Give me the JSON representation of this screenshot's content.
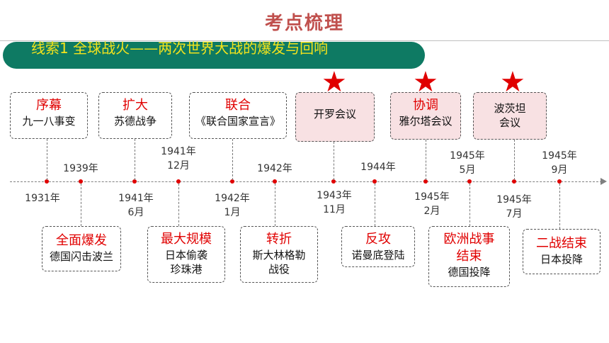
{
  "title": "考点梳理",
  "banner": "线索1   全球战火——两次世界大战的爆发与回响",
  "top_events": [
    {
      "label": "序幕",
      "detail": "九一八事变"
    },
    {
      "label": "扩大",
      "detail": "苏德战争"
    },
    {
      "label": "联合",
      "detail": "《联合国家宣言》"
    },
    {
      "label": "",
      "detail": "开罗会议"
    },
    {
      "label": "协调",
      "detail": "雅尔塔会议"
    },
    {
      "label": "",
      "detail": "波茨坦",
      "detail2": "会议"
    }
  ],
  "bottom_events": [
    {
      "label": "全面爆发",
      "detail": "德国闪击波兰"
    },
    {
      "label": "最大规模",
      "detail": "日本偷袭",
      "detail2": "珍珠港"
    },
    {
      "label": "转折",
      "detail": "斯大林格勒",
      "detail2": "战役"
    },
    {
      "label": "反攻",
      "detail": "诺曼底登陆"
    },
    {
      "label": "欧洲战事",
      "label2": "结束",
      "detail": "德国投降"
    },
    {
      "label": "二战结束",
      "detail": "日本投降"
    }
  ],
  "dates_above": [
    {
      "line1": "1939年"
    },
    {
      "line1": "1941年",
      "line2": "12月"
    },
    {
      "line1": "1942年"
    },
    {
      "line1": "1944年"
    },
    {
      "line1": "1945年",
      "line2": "5月"
    },
    {
      "line1": "1945年",
      "line2": "9月"
    }
  ],
  "dates_below": [
    {
      "line1": "1931年"
    },
    {
      "line1": "1941年",
      "line2": "6月"
    },
    {
      "line1": "1942年",
      "line2": "1月"
    },
    {
      "line1": "1943年",
      "line2": "11月"
    },
    {
      "line1": "1945年",
      "line2": "2月"
    },
    {
      "line1": "1945年",
      "line2": "7月"
    }
  ],
  "star_glyph": "★",
  "colors": {
    "title": "#c0504d",
    "banner_bg": "#0e7a63",
    "banner_text": "#f3e31c",
    "event_red": "#e00000",
    "highlight_box": "#f8e1e3"
  }
}
